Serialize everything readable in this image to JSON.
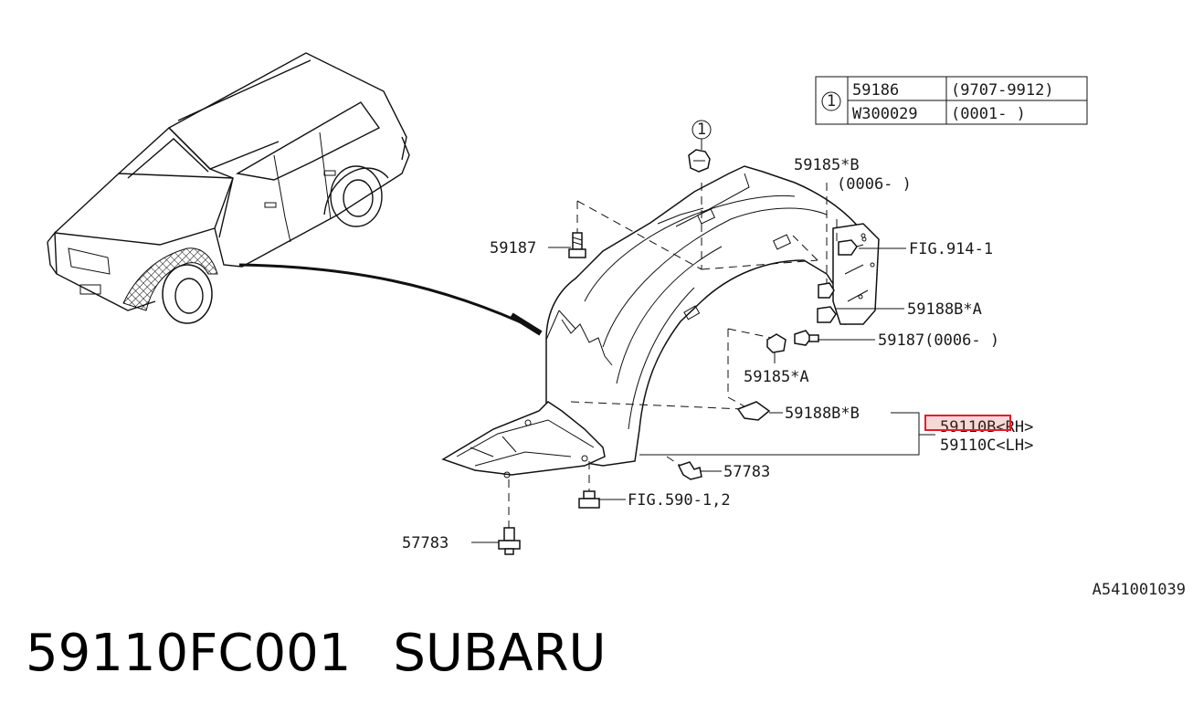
{
  "table": {
    "symbol": "1",
    "rows": [
      {
        "part": "59186",
        "range": "(9707-9912)"
      },
      {
        "part": "W300029",
        "range": "(0001-      )"
      }
    ]
  },
  "callouts": {
    "circle_1": "1",
    "p59185B": "59185*B",
    "p59185B_range": "(0006-      )",
    "fig914": "FIG.914-1",
    "p59187_left": "59187",
    "p59188A": "59188B*A",
    "p59187_right": "59187(0006-      )",
    "p59185A": "59185*A",
    "p59188B": "59188B*B",
    "p59110B": "59110B<RH>",
    "p59110C": "59110C<LH>",
    "p57783_right": "57783",
    "fig590": "FIG.590-1,2",
    "p57783_left": "57783"
  },
  "highlight_color": "#e0202a",
  "reference_code": "A541001039",
  "footer": {
    "part_number": "59110FC001",
    "brand": "SUBARU"
  }
}
